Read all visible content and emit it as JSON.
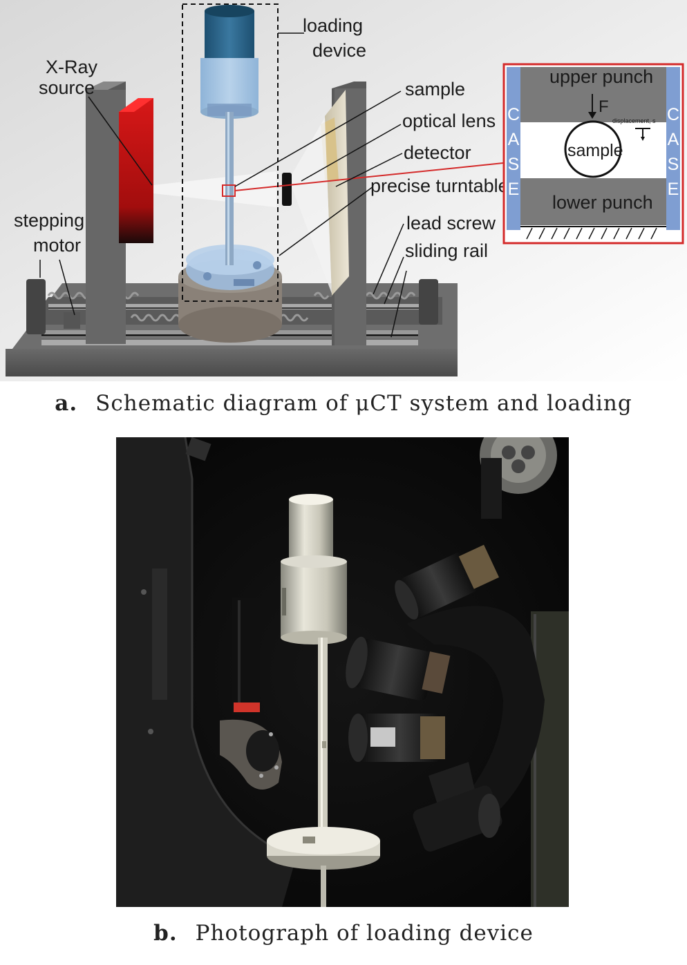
{
  "panel_a": {
    "labels": {
      "loading_device_1": "loading",
      "loading_device_2": "device",
      "xray_1": "X-Ray",
      "xray_2": "source",
      "sample": "sample",
      "optical_lens": "optical lens",
      "detector": "detector",
      "turntable": "precise turntable",
      "stepping_1": "stepping",
      "stepping_2": "motor",
      "lead_screw": "lead screw",
      "sliding_rail": "sliding rail"
    },
    "inset": {
      "upper_punch": "upper punch",
      "lower_punch": "lower punch",
      "force": "F",
      "displacement": "displacement, s",
      "sample": "sample",
      "case_left": [
        "C",
        "A",
        "S",
        "E"
      ],
      "case_right": [
        "C",
        "A",
        "S",
        "E"
      ]
    },
    "caption_label": "a.",
    "caption_text": "Schematic diagram of μCT system and loading"
  },
  "panel_b": {
    "caption_label": "b.",
    "caption_text": "Photograph of loading device"
  },
  "colors": {
    "inset_border": "#d42a2a",
    "case_blue": "#7f9ed2",
    "punch_gray": "#7a7a7a",
    "xray_red": "#c41010"
  }
}
